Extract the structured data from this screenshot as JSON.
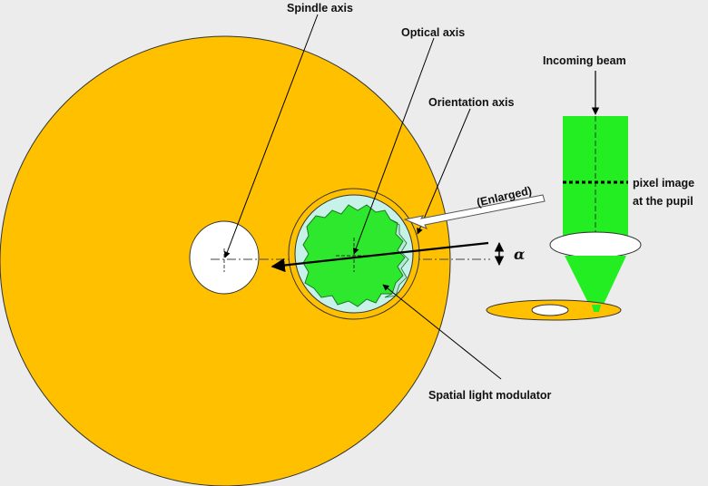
{
  "labels": {
    "spindle_axis": "Spindle axis",
    "optical_axis": "Optical axis",
    "orientation_axis": "Orientation axis",
    "incoming_beam": "Incoming beam",
    "enlarged": "(Enlarged)",
    "pixel_image_line1": "pixel image",
    "pixel_image_line2": "at the pupil",
    "alpha": "α",
    "spatial_light_modulator": "Spatial light modulator"
  },
  "colors": {
    "background": "#ececec",
    "disc": "#ffc000",
    "beam_green": "#22ee22",
    "modulator_green": "#2ee82e",
    "modulator_bg": "#c6f2ea",
    "hole": "#ffffff"
  }
}
